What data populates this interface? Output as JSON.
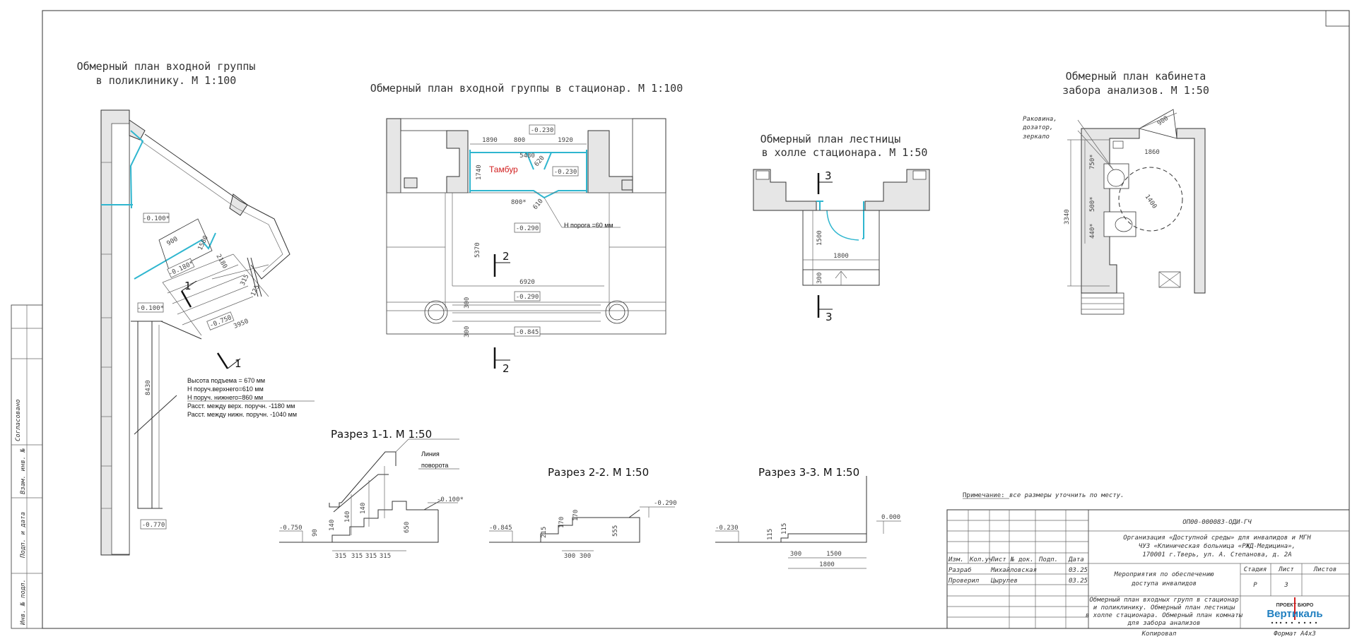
{
  "titles": {
    "polyclinic": [
      "Обмерный план входной группы",
      "в поликлинику. М 1:100"
    ],
    "hospital": "Обмерный план входной группы в стационар. М 1:100",
    "stairs": [
      "Обмерный план лестницы",
      "в холле стационара. М 1:50"
    ],
    "cabinet": [
      "Обмерный план кабинета",
      "забора анализов. М 1:50"
    ]
  },
  "sections": {
    "s11": "Разрез 1-1. М 1:50",
    "s22": "Разрез 2-2. М 1:50",
    "s33": "Разрез 3-3. М 1:50"
  },
  "labels": {
    "tambur": "Тамбур",
    "threshold": "Н порога =60 мм",
    "rotation_line": [
      "Линия",
      "поворота"
    ],
    "sink": [
      "Раковина,",
      "дозатор,",
      "зеркало"
    ],
    "notes": [
      "Высота подъема = 670 мм",
      "Н поруч.верхнего=610 мм",
      "Н поруч. нижнего=860 мм",
      "Расст. между верх. поручн. -1180 мм",
      "Расст. между нижн. поручн. -1040 мм"
    ],
    "section_marks": [
      "1",
      "1",
      "2",
      "2",
      "3",
      "3"
    ]
  },
  "levels": {
    "p1": "-0.100*",
    "p2": "-0.180*",
    "p3": "-0.100*",
    "p4": "-0.750",
    "p5": "-0.770",
    "h1": "-0.230",
    "h2": "-0.230",
    "h3": "-0.290",
    "h4": "-0.290",
    "h5": "-0.845",
    "s1a": "-0.750",
    "s1b": "-0.100*",
    "s2a": "-0.845",
    "s2b": "-0.290",
    "s3a": "-0.230",
    "s3b": "0.000"
  },
  "dims": {
    "p": [
      "900",
      "1580",
      "2180",
      "3950",
      "8430",
      "125",
      "315"
    ],
    "h": [
      "1890",
      "800",
      "1920",
      "5480",
      "1740",
      "620",
      "800*",
      "610",
      "5370",
      "6920",
      "300",
      "300"
    ],
    "st": [
      "1500",
      "1800",
      "300"
    ],
    "cab": [
      "900",
      "1860",
      "750*",
      "3340",
      "500*",
      "440*",
      "1400"
    ],
    "s1": [
      "315",
      "315",
      "315",
      "315",
      "90",
      "140",
      "140",
      "140",
      "650"
    ],
    "s2": [
      "215",
      "170",
      "170",
      "555",
      "300",
      "300"
    ],
    "s3": [
      "115",
      "115",
      "300",
      "1500",
      "1800"
    ]
  },
  "note": {
    "label": "Примечание:",
    "text": " все размеры уточнить по месту."
  },
  "stamp": {
    "code": "ОП00-000083-ОДИ-ГЧ",
    "org": [
      "Организация «Доступной среды» для инвалидов и МГН",
      "ЧУЗ «Клиническая больница «РЖД-Медицина»,",
      "170001 г.Тверь, ул. А. Степанова, д. 2А"
    ],
    "headers": [
      "Изм.",
      "Кол.уч",
      "Лист",
      "№ док.",
      "Подп.",
      "Дата"
    ],
    "rows": [
      {
        "role": "Разраб",
        "name": "Михайловская",
        "date": "03.25"
      },
      {
        "role": "Проверил",
        "name": "Цырулев",
        "date": "03.25"
      }
    ],
    "measures": [
      "Мероприятия по обеспечению",
      "доступа инвалидов"
    ],
    "stage_headers": [
      "Стадия",
      "Лист",
      "Листов"
    ],
    "stage": "Р",
    "sheet": "3",
    "sheet_title": [
      "Обмерный план входных групп в стационар",
      "и поликлинику. Обмерный план лестницы",
      "в холле стационара. Обмерный план комнаты",
      "для забора анализов"
    ],
    "logo_top": "ПРОЕКТ БЮРО",
    "logo_main": "Вертикаль",
    "copied": "Копировал",
    "format": "Формат А4х3"
  },
  "side_stamp": [
    "Согласовано",
    "Взам. инв. №",
    "Подп. и дата",
    "Инв. № подл."
  ],
  "colors": {
    "accent_cyan": "#2fb6cf",
    "tambur_red": "#d22020",
    "logo_blue": "#1f7fc0",
    "logo_red": "#d22020"
  }
}
